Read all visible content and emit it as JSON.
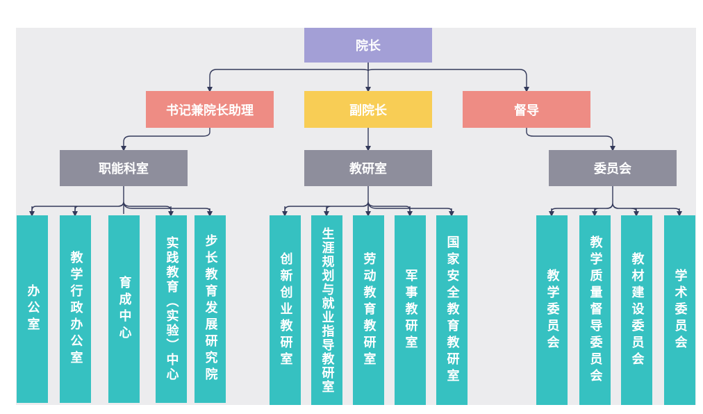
{
  "colors": {
    "root": "#a39fd6",
    "assistant": "#ee8c84",
    "vice": "#f8cd55",
    "department": "#8e8e9c",
    "unit": "#36c1c1",
    "connector": "#33395a",
    "background": "#ececee"
  },
  "root": {
    "label": "院长"
  },
  "level2": [
    {
      "label": "书记兼院长助理"
    },
    {
      "label": "副院长"
    },
    {
      "label": "督导"
    }
  ],
  "level3": [
    {
      "label": "职能科室"
    },
    {
      "label": "教研室"
    },
    {
      "label": "委员会"
    }
  ],
  "units": {
    "functional": [
      {
        "label": "办公室"
      },
      {
        "label": "教学行政办公室"
      },
      {
        "label": "育成中心"
      },
      {
        "label": "实践教育（实验）中心"
      },
      {
        "label": "步长教育发展研究院"
      }
    ],
    "teaching": [
      {
        "label": "创新创业教研室"
      },
      {
        "label": "生涯规划与就业指导教研室"
      },
      {
        "label": "劳动教育教研室"
      },
      {
        "label": "军事教研室"
      },
      {
        "label": "国家安全教育教研室"
      }
    ],
    "committees": [
      {
        "label": "教学委员会"
      },
      {
        "label": "教学质量督导委员会"
      },
      {
        "label": "教材建设委员会"
      },
      {
        "label": "学术委员会"
      }
    ]
  }
}
